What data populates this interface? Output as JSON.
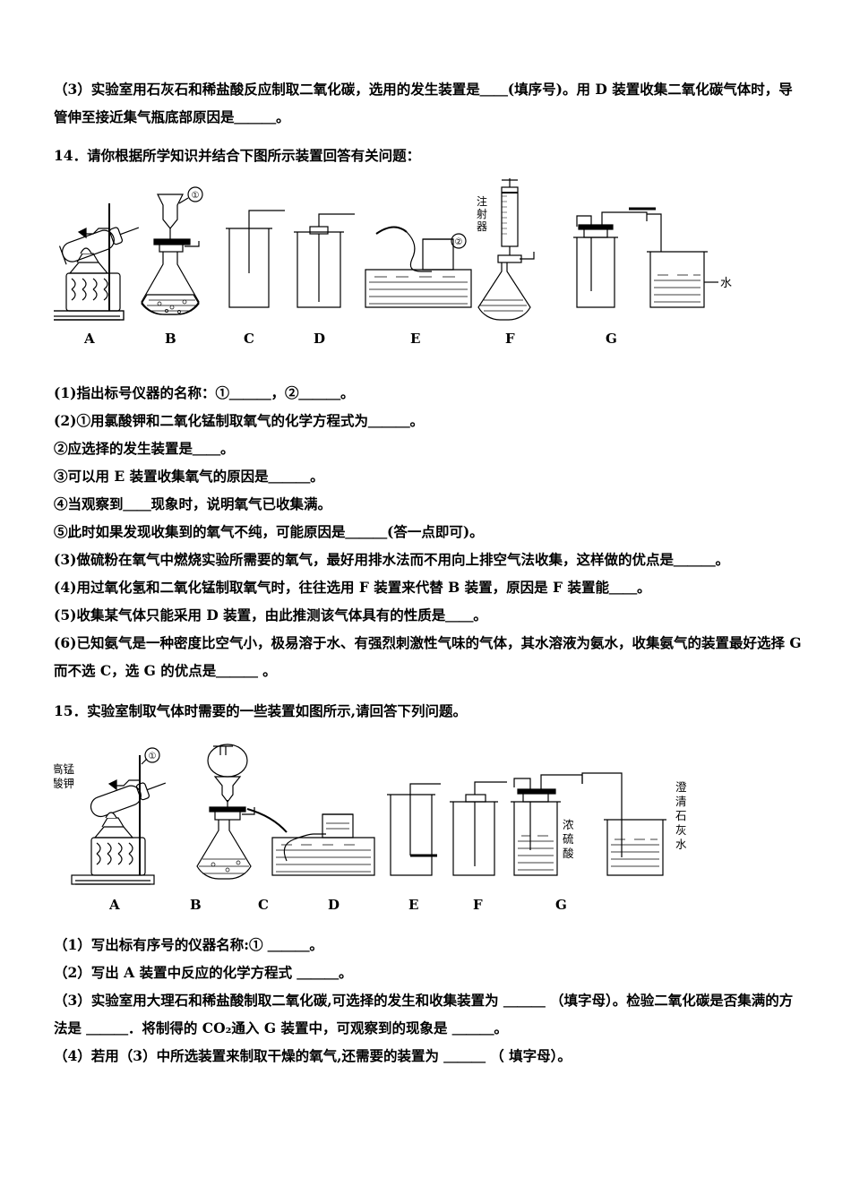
{
  "document": {
    "paragraphs": [
      {
        "id": "q13_3",
        "text": "（3）实验室用石灰石和稀盐酸反应制取二氧化碳，选用的发生装置是＿＿(填序号)。用 D 装置收集二氧化碳气体时，导管伸至接近集气瓶底部原因是＿＿＿。"
      },
      {
        "id": "q14_stem",
        "text": "14．请你根据所学知识并结合下图所示装置回答有关问题："
      },
      {
        "id": "q14_1",
        "text": "(1)指出标号仪器的名称：①＿＿＿，②＿＿＿。"
      },
      {
        "id": "q14_2_1",
        "text": "(2)①用氯酸钾和二氧化锰制取氧气的化学方程式为＿＿＿。"
      },
      {
        "id": "q14_2_2",
        "text": "②应选择的发生装置是＿＿。"
      },
      {
        "id": "q14_2_3",
        "text": "③可以用 E 装置收集氧气的原因是＿＿＿。"
      },
      {
        "id": "q14_2_4",
        "text": "④当观察到＿＿现象时，说明氧气已收集满。"
      },
      {
        "id": "q14_2_5",
        "text": "⑤此时如果发现收集到的氧气不纯，可能原因是＿＿＿(答一点即可)。"
      },
      {
        "id": "q14_3",
        "text": "(3)做硫粉在氧气中燃烧实验所需要的氧气，最好用排水法而不用向上排空气法收集，这样做的优点是＿＿＿。"
      },
      {
        "id": "q14_4",
        "text": "(4)用过氧化氢和二氧化锰制取氧气时，往往选用 F 装置来代替 B 装置，原因是 F 装置能＿＿。"
      },
      {
        "id": "q14_5",
        "text": "(5)收集某气体只能采用 D 装置，由此推测该气体具有的性质是＿＿。"
      },
      {
        "id": "q14_6",
        "text": "(6)已知氨气是一种密度比空气小，极易溶于水、有强烈刺激性气味的气体，其水溶液为氨水，收集氨气的装置最好选择 G 而不选 C，选 G 的优点是＿＿＿ 。"
      },
      {
        "id": "q15_stem",
        "text": "15．实验室制取气体时需要的一些装置如图所示,请回答下列问题。"
      },
      {
        "id": "q15_1",
        "text": "（1）写出标有序号的仪器名称:① ＿＿＿。"
      },
      {
        "id": "q15_2",
        "text": "（2）写出 A 装置中反应的化学方程式 ＿＿＿。"
      },
      {
        "id": "q15_3",
        "text": "（3）实验室用大理石和稀盐酸制取二氧化碳,可选择的发生和收集装置为 ＿＿＿ （填字母）。检验二氧化碳是否集满的方法是 ＿＿＿．将制得的 CO₂通入 G 装置中，可观察到的现象是 ＿＿＿。"
      },
      {
        "id": "q15_4",
        "text": "（4）若用（3）中所选装置来制取干燥的氧气,还需要的装置为 ＿＿＿ （ 填字母）。"
      }
    ]
  },
  "figure14": {
    "caption_labels": [
      "A",
      "B",
      "C",
      "D",
      "E",
      "F",
      "G"
    ],
    "annotations": {
      "circle1": "①",
      "circle2": "②",
      "syringe_label": "注射器",
      "water_label": "水"
    }
  },
  "figure15": {
    "caption_labels": [
      "A",
      "B",
      "C",
      "D",
      "E",
      "F",
      "G"
    ],
    "annotations": {
      "circle1": "①",
      "kmno4_label": "高锰酸钾",
      "h2so4_label": "浓硫酸",
      "limewater_label": "澄清石灰水"
    }
  }
}
